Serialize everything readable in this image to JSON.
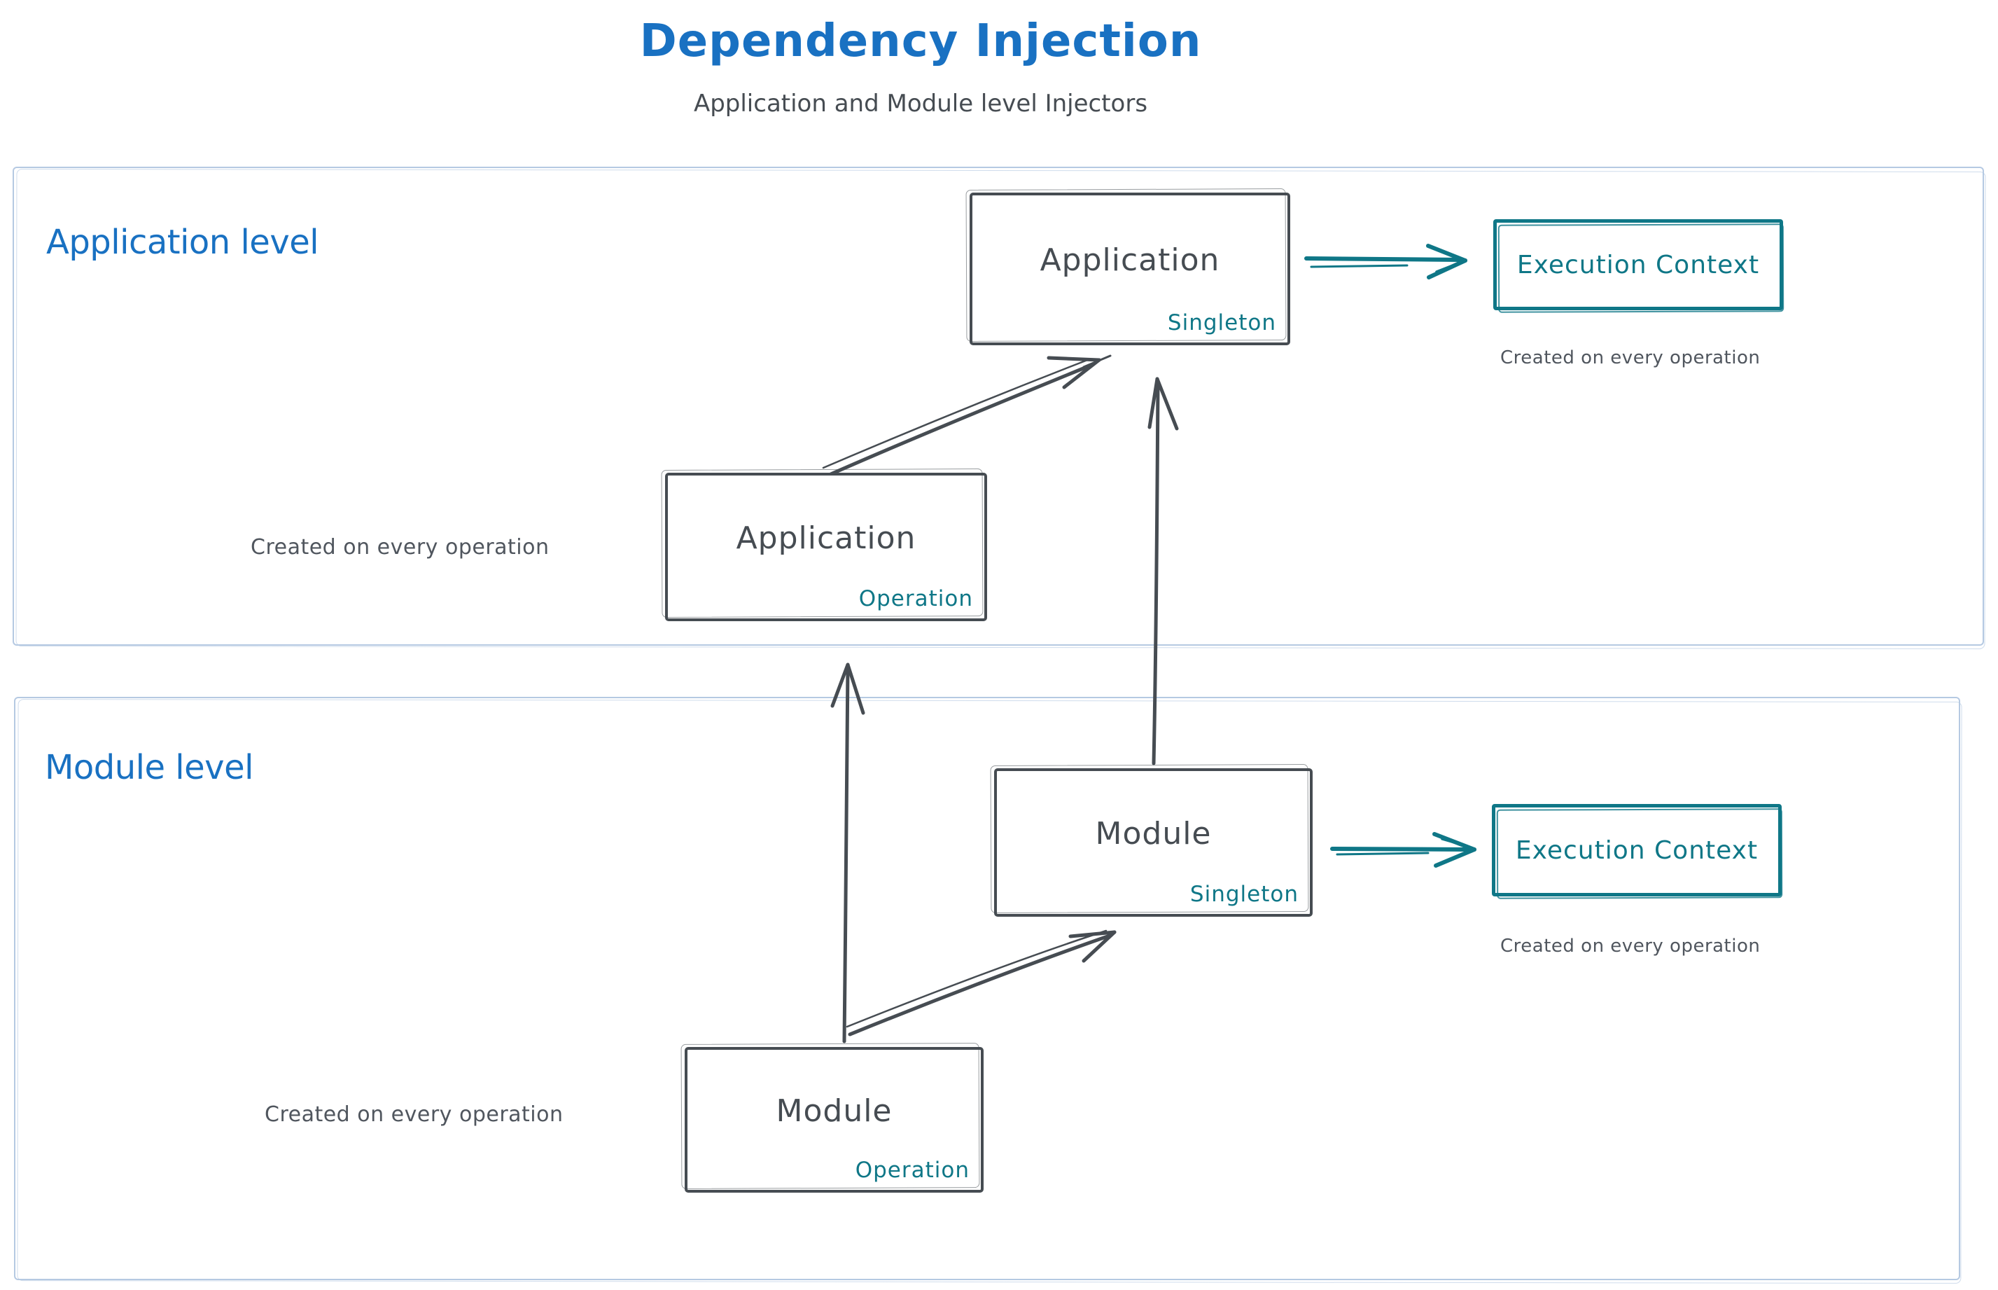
{
  "title": "Dependency Injection",
  "subtitle": "Application and Module level Injectors",
  "regions": {
    "application": {
      "label": "Application level"
    },
    "module": {
      "label": "Module level"
    }
  },
  "nodes": {
    "app_singleton": {
      "name": "Application",
      "scope": "Singleton"
    },
    "app_operation": {
      "name": "Application",
      "scope": "Operation"
    },
    "module_singleton": {
      "name": "Module",
      "scope": "Singleton"
    },
    "module_operation": {
      "name": "Module",
      "scope": "Operation"
    },
    "exec_context_app": {
      "name": "Execution Context"
    },
    "exec_context_module": {
      "name": "Execution Context"
    }
  },
  "captions": {
    "exec_context_app": "Created on every operation",
    "app_operation": "Created on every operation",
    "exec_context_module": "Created on every operation",
    "module_operation": "Created on every operation"
  },
  "arrows": [
    {
      "from": "app_operation",
      "to": "app_singleton",
      "color": "#464c52"
    },
    {
      "from": "module_singleton",
      "to": "app_singleton",
      "color": "#464c52"
    },
    {
      "from": "module_operation",
      "to": "app_operation",
      "color": "#464c52"
    },
    {
      "from": "module_operation",
      "to": "module_singleton",
      "color": "#464c52"
    },
    {
      "from": "app_singleton",
      "to": "exec_context_app",
      "color": "#0f7787"
    },
    {
      "from": "module_singleton",
      "to": "exec_context_module",
      "color": "#0f7787"
    }
  ],
  "colors": {
    "title_blue": "#1971c2",
    "teal": "#0f7787",
    "ink": "#464c52",
    "region_border": "#b5c9e2",
    "caption_gray": "#50565e"
  }
}
